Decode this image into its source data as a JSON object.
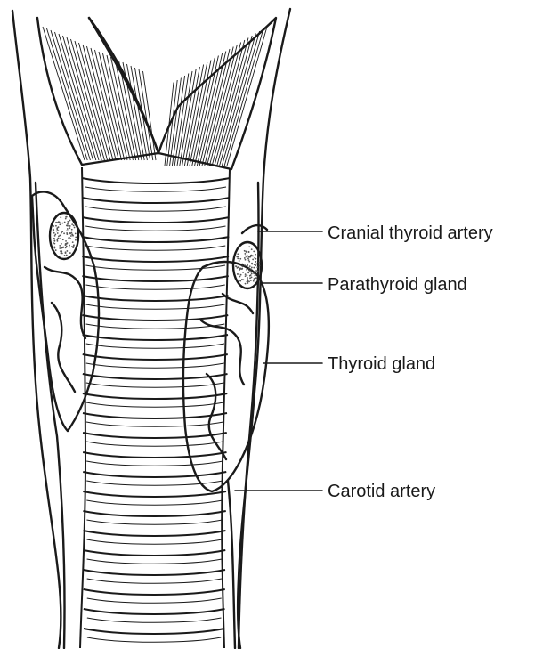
{
  "labels": {
    "cranial_thyroid_artery": "Cranial thyroid artery",
    "parathyroid_gland": "Parathyroid gland",
    "thyroid_gland": "Thyroid gland",
    "carotid_artery": "Carotid artery"
  },
  "colors": {
    "ink": "#1a1a1a",
    "background": "#ffffff",
    "gland_dots": "#555555"
  }
}
